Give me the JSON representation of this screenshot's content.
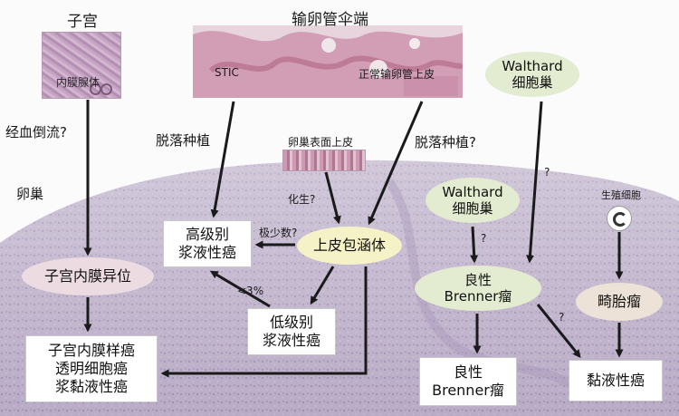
{
  "labels": {
    "uterus": "子宫",
    "endometrial_glands": "内膜腺体",
    "fimbria": "输卵管伞端",
    "stic": "STIC",
    "normal_tube_epithelium": "正常输卵管上皮",
    "walthard_top": [
      "Walthard",
      "细胞巢"
    ],
    "retrograde_menstruation": "经血倒流?",
    "shedding_implant_1": "脱落种植",
    "shedding_implant_2": "脱落种植?",
    "ovarian_surface_epithelium": "卵巢表面上皮",
    "ovary": "卵巢",
    "metaplasia_q": "化生?",
    "minority_q": "极少数?",
    "less_than_3pct": "<3%",
    "question_mark": "?",
    "germ_cell": "生殖细胞"
  },
  "nodes": {
    "high_grade_serous": [
      "高级别",
      "浆液性癌"
    ],
    "inclusion_cyst": "上皮包涵体",
    "walthard_mid": [
      "Walthard",
      "细胞巢"
    ],
    "endometriosis": "子宫内膜异位",
    "benign_brenner_oval": [
      "良性",
      "Brenner瘤"
    ],
    "teratoma": "畸胎瘤",
    "low_grade_serous": [
      "低级别",
      "浆液性癌"
    ],
    "endometrioid_etc": [
      "子宫内膜样癌",
      "透明细胞癌",
      "浆黏液性癌"
    ],
    "benign_brenner_box": [
      "良性",
      "Brenner瘤"
    ],
    "mucinous": "黏液性癌"
  },
  "colors": {
    "ovary_tissue": "#b4a6c2",
    "oval_green": "#e3ecd0",
    "oval_pink": "#ecdce2",
    "oval_yellow": "#f6f2c7",
    "oval_tan": "#ece2d8",
    "arrow": "#1a1a1a"
  }
}
